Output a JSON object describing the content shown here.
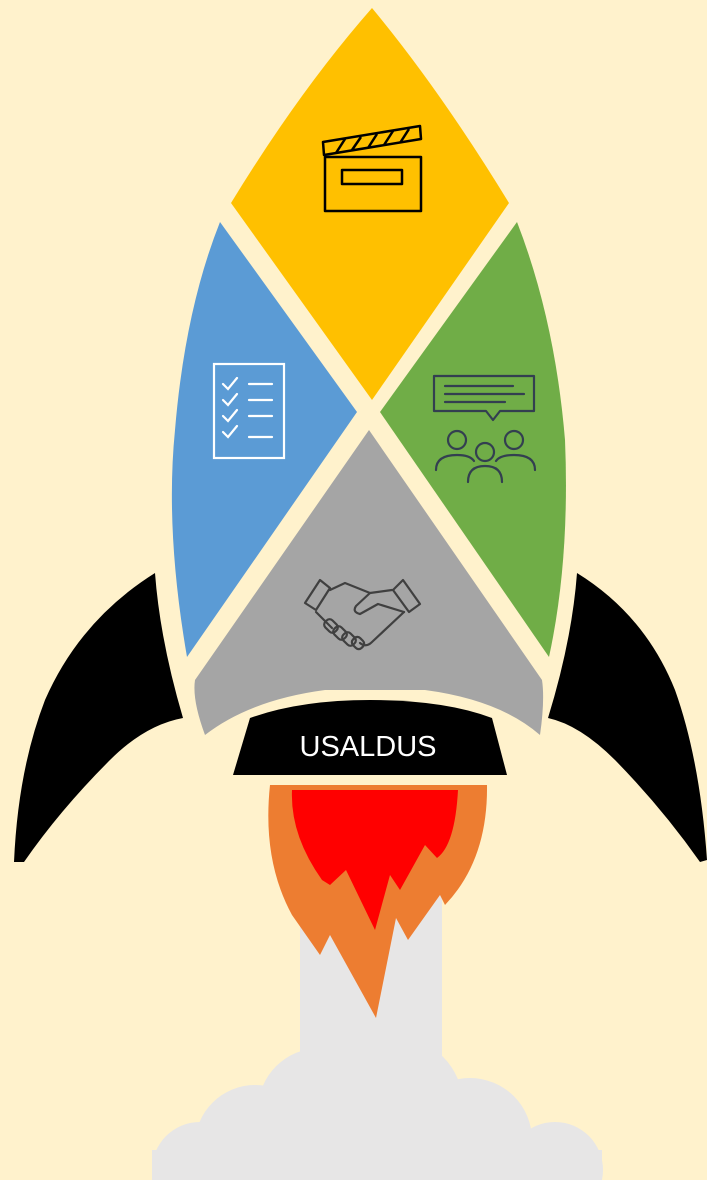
{
  "base": {
    "label": "USALDUS"
  },
  "segments": [
    {
      "name": "top-segment",
      "color": "#FFC000",
      "icon": "clapperboard-icon"
    },
    {
      "name": "left-segment",
      "color": "#5B9BD5",
      "icon": "checklist-icon"
    },
    {
      "name": "right-segment",
      "color": "#70AD47",
      "icon": "team-discussion-icon"
    },
    {
      "name": "bottom-segment",
      "color": "#A5A5A5",
      "icon": "handshake-icon"
    }
  ],
  "colors": {
    "background": "#FFF2CC",
    "fins": "#000000",
    "flame_outer": "#ED7D31",
    "flame_inner": "#FF0000",
    "smoke": "#E7E6E6"
  }
}
